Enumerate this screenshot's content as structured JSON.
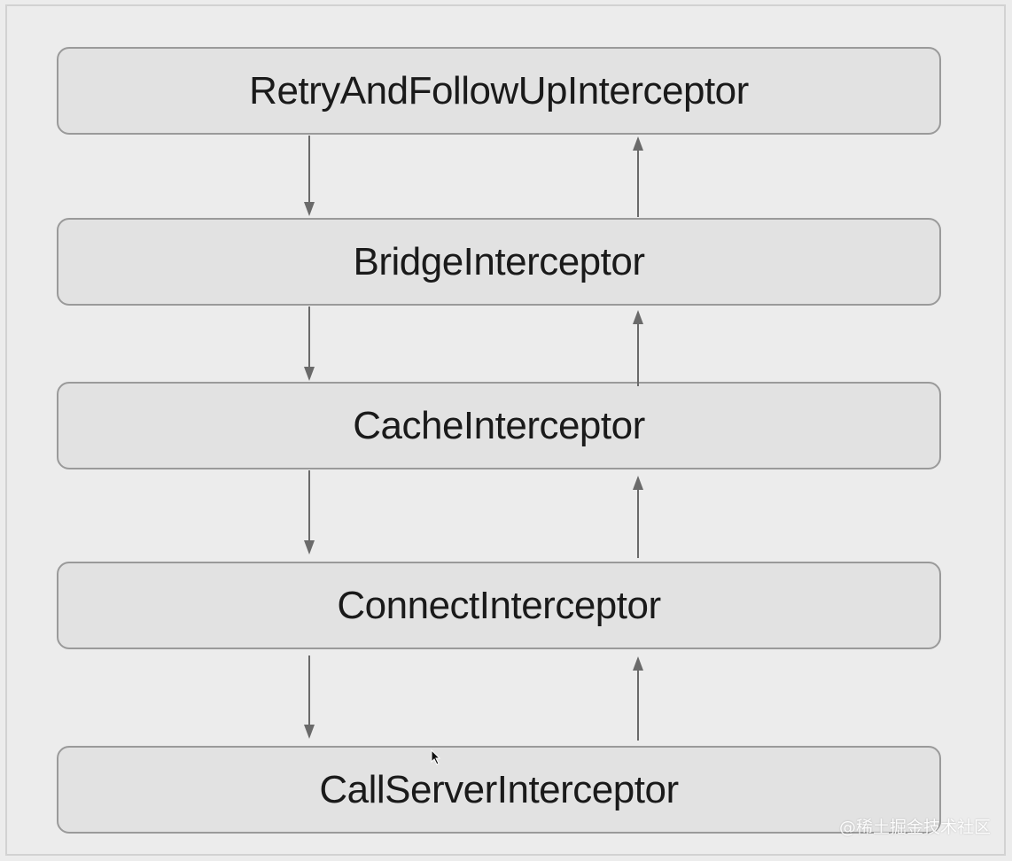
{
  "diagram": {
    "nodes": [
      {
        "label": "RetryAndFollowUpInterceptor"
      },
      {
        "label": "BridgeInterceptor"
      },
      {
        "label": "CacheInterceptor"
      },
      {
        "label": "ConnectInterceptor"
      },
      {
        "label": "CallServerInterceptor"
      }
    ],
    "edges": [
      {
        "from": "RetryAndFollowUpInterceptor",
        "to": "BridgeInterceptor",
        "direction": "down"
      },
      {
        "from": "BridgeInterceptor",
        "to": "RetryAndFollowUpInterceptor",
        "direction": "up"
      },
      {
        "from": "BridgeInterceptor",
        "to": "CacheInterceptor",
        "direction": "down"
      },
      {
        "from": "CacheInterceptor",
        "to": "BridgeInterceptor",
        "direction": "up"
      },
      {
        "from": "CacheInterceptor",
        "to": "ConnectInterceptor",
        "direction": "down"
      },
      {
        "from": "ConnectInterceptor",
        "to": "CacheInterceptor",
        "direction": "up"
      },
      {
        "from": "ConnectInterceptor",
        "to": "CallServerInterceptor",
        "direction": "down"
      },
      {
        "from": "CallServerInterceptor",
        "to": "ConnectInterceptor",
        "direction": "up"
      }
    ],
    "colors": {
      "box_fill": "#e2e2e2",
      "box_border": "#9a9a9a",
      "arrow": "#6a6a6a",
      "text": "#1a1a1a"
    }
  },
  "watermark": "@稀土掘金技术社区",
  "icons": {
    "cursor": "mouse-pointer-icon"
  }
}
